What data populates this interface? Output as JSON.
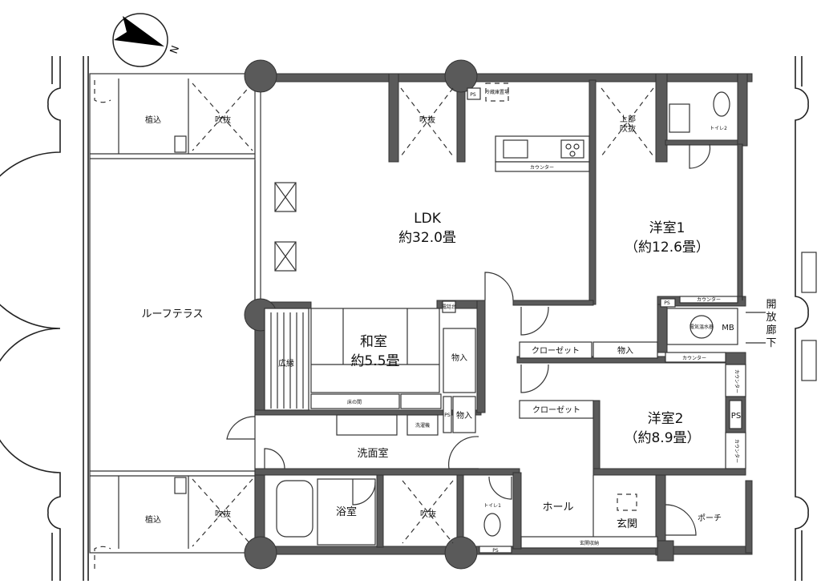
{
  "compass": {
    "north_label": "N"
  },
  "rooms": {
    "ldk": {
      "name": "LDK",
      "size": "約32.0畳"
    },
    "western1": {
      "name": "洋室1",
      "size": "（約12.6畳）"
    },
    "western2": {
      "name": "洋室2",
      "size": "（約8.9畳）"
    },
    "japanese": {
      "name": "和室",
      "size": "約5.5畳"
    },
    "roof_terrace": "ルーフテラス",
    "planting_top": "植込",
    "planting_bottom": "植込",
    "void_1": "吹抜",
    "void_2": "吹抜",
    "void_3": "吹抜",
    "void_4": "吹抜",
    "upper_void": [
      "上部",
      "吹抜"
    ],
    "veranda": "広縁",
    "tokonoma": "床の間",
    "storage_1": "物入",
    "storage_2": "物入",
    "storage_3": "物入",
    "closet_1": "クローゼット",
    "closet_2": "クローゼット",
    "washroom": "洗面室",
    "laundry": "洗濯機",
    "bath": "浴室",
    "toilet_1": "トイレ1",
    "toilet_2": "トイレ2",
    "hall": "ホール",
    "entrance": "玄関",
    "porch": "ポーチ",
    "entrance_storage": "玄関収納",
    "counter_kitchen": "カウンター",
    "counter_w1": "カウンター",
    "counter_mb": "カウンター",
    "counter_v1": "カウンター",
    "counter_v2": "カウンター",
    "mb": "MB",
    "ps_labels": [
      "PS",
      "PS",
      "PS",
      "PS",
      "PS"
    ],
    "open_corridor": [
      "開",
      "放",
      "廊",
      "下"
    ],
    "fridge": "冷蔵庫置場",
    "phone": "電話台",
    "water_heater": "電気温水器"
  }
}
